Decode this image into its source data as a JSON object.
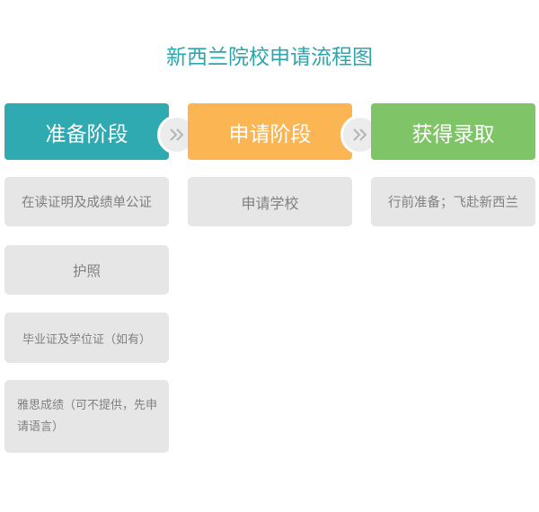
{
  "title": "新西兰院校申请流程图",
  "colors": {
    "title": "#2ba6ad",
    "stage1": "#2faab1",
    "stage2": "#fbb553",
    "stage3": "#7fc466",
    "card_bg": "#e6e6e6",
    "card_text": "#808080",
    "arrow_bg": "#ececec"
  },
  "arrows": [
    "double-chevron-right-icon",
    "double-chevron-right-icon"
  ],
  "stages": [
    {
      "label": "准备阶段"
    },
    {
      "label": "申请阶段"
    },
    {
      "label": "获得录取"
    }
  ],
  "columns": [
    {
      "items": [
        "在读证明及成绩单公证",
        "护照",
        "毕业证及学位证（如有）",
        "雅思成绩（可不提供，先申请语言）"
      ]
    },
    {
      "items": [
        "申请学校"
      ]
    },
    {
      "items": [
        "行前准备；飞赴新西兰"
      ]
    }
  ]
}
